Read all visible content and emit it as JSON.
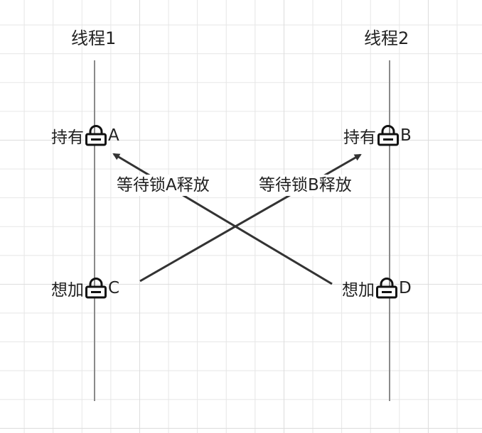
{
  "threads": {
    "thread1": {
      "title": "线程1",
      "holds_verb": "持有",
      "holds_lock": "A",
      "wants_verb": "想加",
      "wants_lock": "C"
    },
    "thread2": {
      "title": "线程2",
      "holds_verb": "持有",
      "holds_lock": "B",
      "wants_verb": "想加",
      "wants_lock": "D"
    }
  },
  "arrows": {
    "wait_a": "等待锁A释放",
    "wait_b": "等待锁B释放"
  },
  "icons": {
    "lock": "lock-icon"
  },
  "colors": {
    "line": "#333333",
    "lifeline": "#8a8a8a",
    "grid": "#e6e6e6"
  }
}
